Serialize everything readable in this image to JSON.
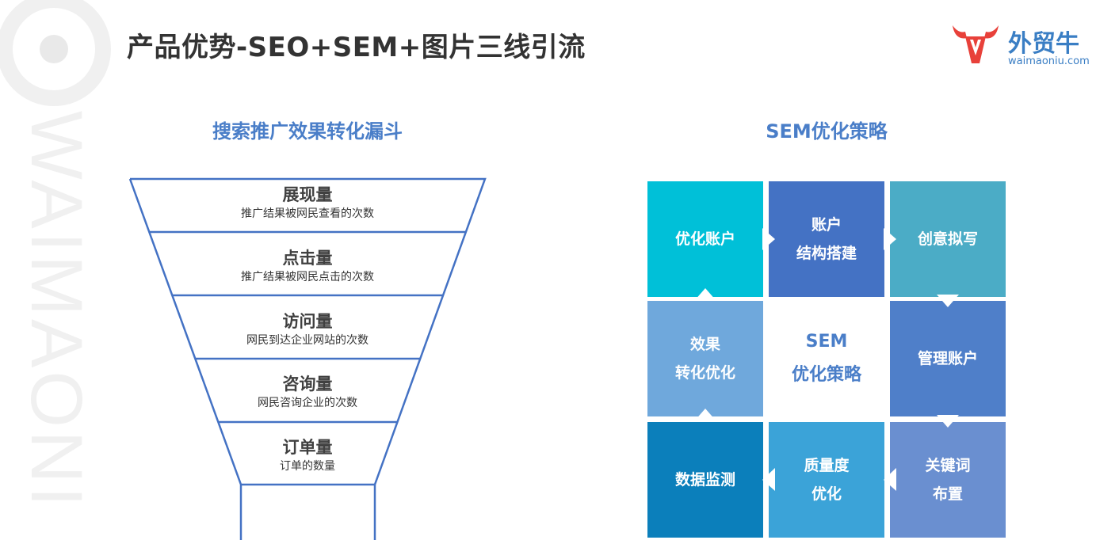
{
  "header": {
    "title": "产品优势-SEO+SEM+图片三线引流"
  },
  "logo": {
    "name": "外贸牛",
    "url": "waimaoniu.com",
    "icon": "bull-head-icon",
    "color": "#e8413a"
  },
  "watermark": {
    "text": "WAIMAONI"
  },
  "funnel": {
    "title": "搜索推广效果转化漏斗",
    "stages": [
      {
        "title": "展现量",
        "desc": "推广结果被网民查看的次数"
      },
      {
        "title": "点击量",
        "desc": "推广结果被网民点击的次数"
      },
      {
        "title": "访问量",
        "desc": "网民到达企业网站的次数"
      },
      {
        "title": "咨询量",
        "desc": "网民咨询企业的次数"
      },
      {
        "title": "订单量",
        "desc": "订单的数量"
      }
    ],
    "line_color": "#4472c4"
  },
  "sem": {
    "title": "SEM优化策略",
    "center": {
      "line1": "SEM",
      "line2": "优化策略"
    },
    "tiles": [
      {
        "line1": "优化账户",
        "line2": "",
        "color": "#00c0d8"
      },
      {
        "line1": "账户",
        "line2": "结构搭建",
        "color": "#4472c4"
      },
      {
        "line1": "创意拟写",
        "line2": "",
        "color": "#4bacc6"
      },
      {
        "line1": "效果",
        "line2": "转化优化",
        "color": "#6fa8dc"
      },
      {
        "line1": "管理账户",
        "line2": "",
        "color": "#4f7fc9"
      },
      {
        "line1": "数据监测",
        "line2": "",
        "color": "#0b7fbb"
      },
      {
        "line1": "质量度",
        "line2": "优化",
        "color": "#3ba3d8"
      },
      {
        "line1": "关键词",
        "line2": "布置",
        "color": "#6a8fd0"
      }
    ]
  }
}
